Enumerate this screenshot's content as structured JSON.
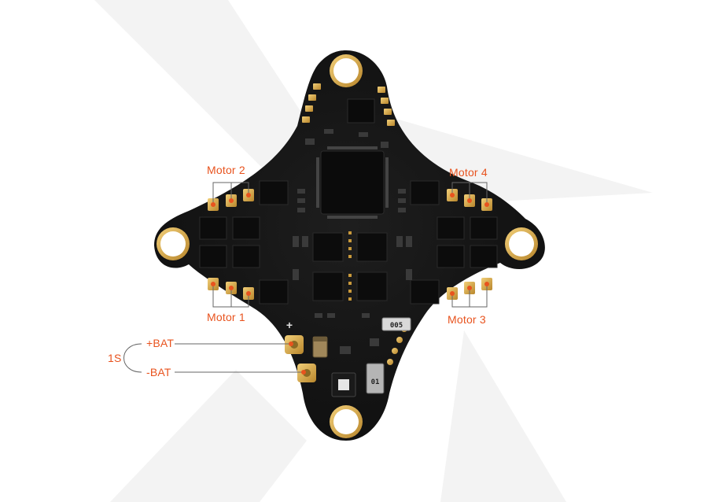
{
  "labels": {
    "motor2": "Motor 2",
    "motor4": "Motor 4",
    "motor1": "Motor 1",
    "motor3": "Motor 3",
    "bat_pos": "+BAT",
    "bat_neg": "-BAT",
    "cell": "1S"
  },
  "silkscreen": {
    "plus": "+",
    "marking_005": "005",
    "marking_01": "01"
  },
  "colors": {
    "accent": "#e8531e",
    "board": "#151515",
    "gold": "#d8a53c",
    "leader": "#555555"
  }
}
